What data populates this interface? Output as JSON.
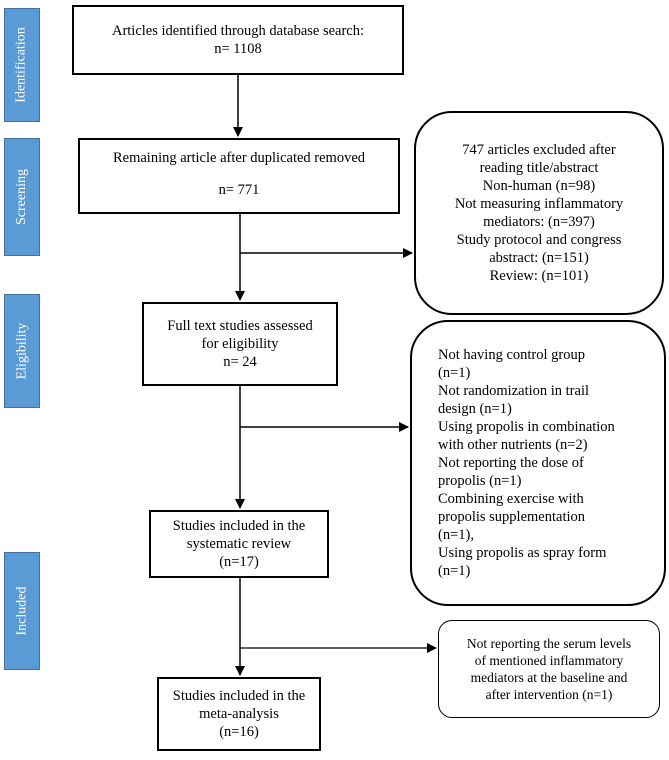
{
  "phases": {
    "identification": "Identification",
    "screening": "Screening",
    "eligibility": "Eligibility",
    "included": "Included"
  },
  "boxes": {
    "identified": [
      "Articles identified through database search:",
      "n= 1108"
    ],
    "remaining": [
      "Remaining article after duplicated removed",
      "n= 771"
    ],
    "fulltext": [
      "Full text studies assessed",
      "for eligibility",
      "n= 24"
    ],
    "systematic": [
      "Studies included in the",
      "systematic review",
      "(n=17)"
    ],
    "meta": [
      "Studies included in the",
      "meta-analysis",
      "(n=16)"
    ]
  },
  "exclusions": {
    "screening": [
      "747 articles excluded after",
      "reading title/abstract",
      "Non-human (n=98)",
      "Not measuring inflammatory",
      "mediators: (n=397)",
      "Study protocol and congress",
      "abstract: (n=151)",
      "Review: (n=101)"
    ],
    "eligibility": [
      "Not having control group",
      "(n=1)",
      "Not randomization in trail",
      "design (n=1)",
      "Using propolis in combination",
      "with other nutrients (n=2)",
      "Not reporting the dose of",
      "propolis (n=1)",
      "Combining exercise with",
      "propolis supplementation",
      "(n=1),",
      "Using propolis as spray form",
      "(n=1)"
    ],
    "meta": [
      "Not reporting the serum levels",
      "of mentioned inflammatory",
      "mediators at the baseline and",
      "after intervention (n=1)"
    ]
  }
}
